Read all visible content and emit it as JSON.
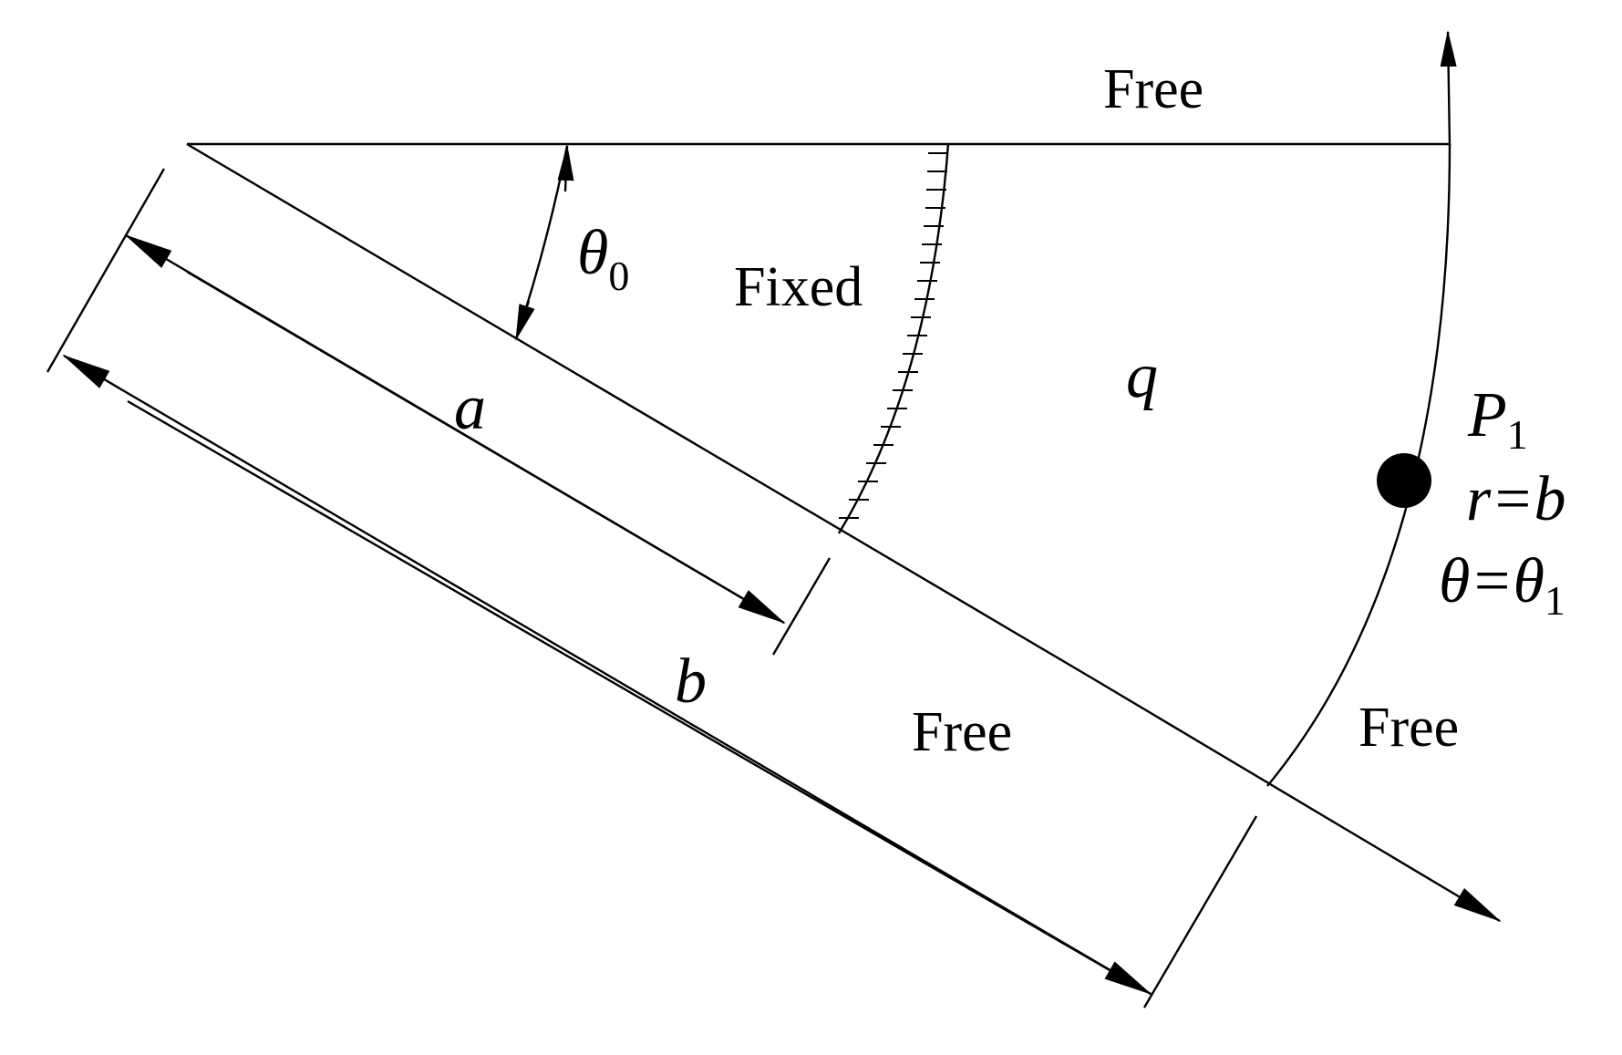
{
  "labels": {
    "free_top": "Free",
    "fixed": "Fixed",
    "q": "q",
    "theta0_base": "θ",
    "theta0_sub": "0",
    "a": "a",
    "b": "b",
    "free_bottom_mid": "Free",
    "free_bottom_right": "Free",
    "p1_base": "P",
    "p1_sub": "1",
    "r_eq_b": "r=b",
    "theta_eq_base": "θ=θ",
    "theta_eq_sub": "1"
  },
  "colors": {
    "stroke": "#000000",
    "background": "#ffffff"
  }
}
